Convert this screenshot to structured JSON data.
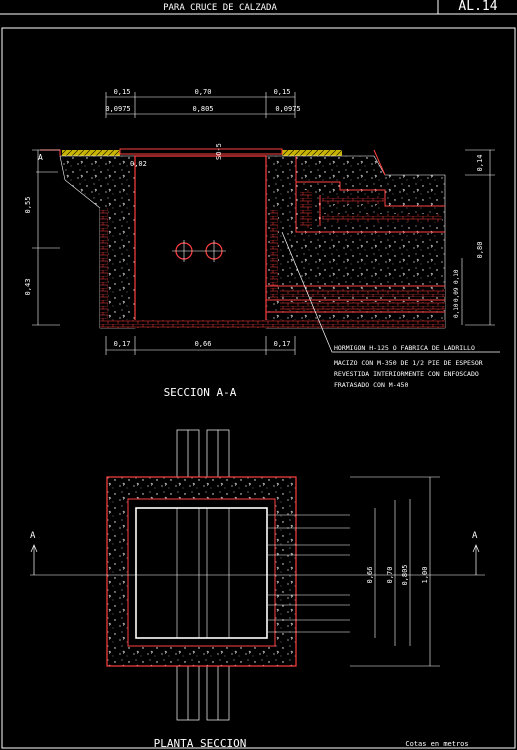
{
  "header": {
    "title": "PARA CRUCE DE CALZADA",
    "code": "AL.14"
  },
  "section": {
    "title": "SECCION  A-A",
    "top_dims": [
      "0,15",
      "0,70",
      "0,15"
    ],
    "top_dims2": [
      "0,0975",
      "0,805",
      "0,0975"
    ],
    "small_labels": [
      "0,02",
      "SO-5"
    ],
    "section_marker": "A",
    "left_dims": [
      "0,55",
      "0,43"
    ],
    "right_dims": [
      "0,14",
      "0,80"
    ],
    "right_small_dims": [
      "0,10",
      "0,09",
      "0,10"
    ],
    "bottom_dims": [
      "0,17",
      "0,66",
      "0,17"
    ],
    "note_lines": [
      "HORMIGON H-125 O FABRICA DE LADRILLO",
      "MACIZO CON M-350 DE 1/2 PIE DE ESPESOR",
      "REVESTIDA INTERIORMENTE CON ENFOSCADO",
      "FRATASADO CON M-450"
    ]
  },
  "plan": {
    "title": "PLANTA SECCION",
    "markers": [
      "A",
      "A"
    ],
    "right_dims": [
      "0,66",
      "0,70",
      "0,805",
      "1,00"
    ],
    "units_note": "Cotas en metros"
  }
}
